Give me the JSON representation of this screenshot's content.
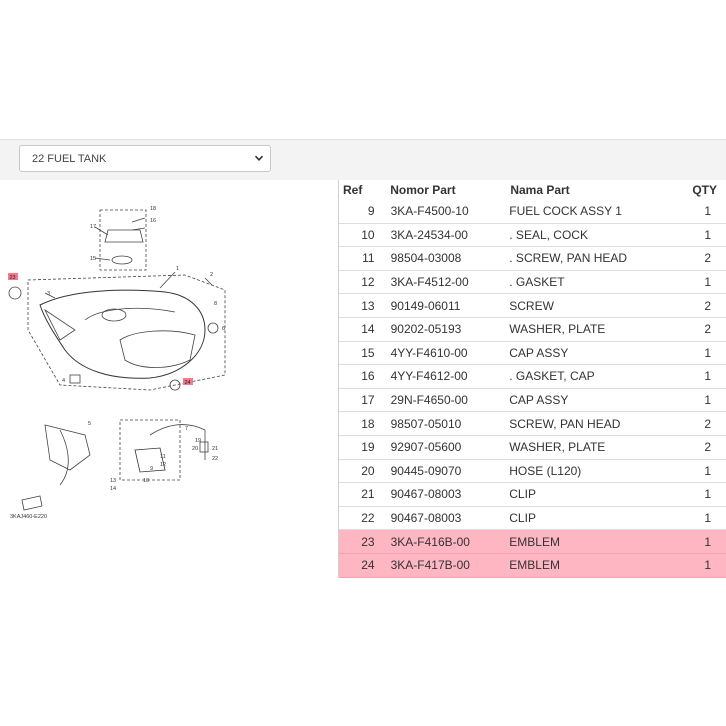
{
  "selector": {
    "value": "22 FUEL TANK",
    "icon": "chevron-down-icon"
  },
  "diagram": {
    "callouts": [
      "18",
      "16",
      "17",
      "15",
      "1",
      "2",
      "3",
      "6",
      "8",
      "4",
      "5",
      "7",
      "9",
      "10",
      "11",
      "12",
      "13",
      "14",
      "19",
      "20",
      "21",
      "22",
      "23",
      "24"
    ],
    "code": "3KAJ460-E220"
  },
  "table": {
    "headers": {
      "ref": "Ref",
      "number": "Nomor Part",
      "name": "Nama Part",
      "qty": "QTY"
    },
    "rows": [
      {
        "ref": "9",
        "number": "3KA-F4500-10",
        "name": "FUEL COCK ASSY 1",
        "qty": "1",
        "highlight": false
      },
      {
        "ref": "10",
        "number": "3KA-24534-00",
        "name": ". SEAL, COCK",
        "qty": "1",
        "highlight": false
      },
      {
        "ref": "11",
        "number": "98504-03008",
        "name": ". SCREW, PAN HEAD",
        "qty": "2",
        "highlight": false
      },
      {
        "ref": "12",
        "number": "3KA-F4512-00",
        "name": ". GASKET",
        "qty": "1",
        "highlight": false
      },
      {
        "ref": "13",
        "number": "90149-06011",
        "name": "SCREW",
        "qty": "2",
        "highlight": false
      },
      {
        "ref": "14",
        "number": "90202-05193",
        "name": "WASHER, PLATE",
        "qty": "2",
        "highlight": false
      },
      {
        "ref": "15",
        "number": "4YY-F4610-00",
        "name": "CAP ASSY",
        "qty": "1",
        "highlight": false
      },
      {
        "ref": "16",
        "number": "4YY-F4612-00",
        "name": ". GASKET, CAP",
        "qty": "1",
        "highlight": false
      },
      {
        "ref": "17",
        "number": "29N-F4650-00",
        "name": "CAP ASSY",
        "qty": "1",
        "highlight": false
      },
      {
        "ref": "18",
        "number": "98507-05010",
        "name": "SCREW, PAN HEAD",
        "qty": "2",
        "highlight": false
      },
      {
        "ref": "19",
        "number": "92907-05600",
        "name": "WASHER, PLATE",
        "qty": "2",
        "highlight": false
      },
      {
        "ref": "20",
        "number": "90445-09070",
        "name": "HOSE (L120)",
        "qty": "1",
        "highlight": false
      },
      {
        "ref": "21",
        "number": "90467-08003",
        "name": "CLIP",
        "qty": "1",
        "highlight": false
      },
      {
        "ref": "22",
        "number": "90467-08003",
        "name": "CLIP",
        "qty": "1",
        "highlight": false
      },
      {
        "ref": "23",
        "number": "3KA-F416B-00",
        "name": "EMBLEM",
        "qty": "1",
        "highlight": true
      },
      {
        "ref": "24",
        "number": "3KA-F417B-00",
        "name": "EMBLEM",
        "qty": "1",
        "highlight": true
      }
    ]
  },
  "colors": {
    "highlight": "#ffb6c3",
    "callout_highlight": "#f47a8e"
  }
}
